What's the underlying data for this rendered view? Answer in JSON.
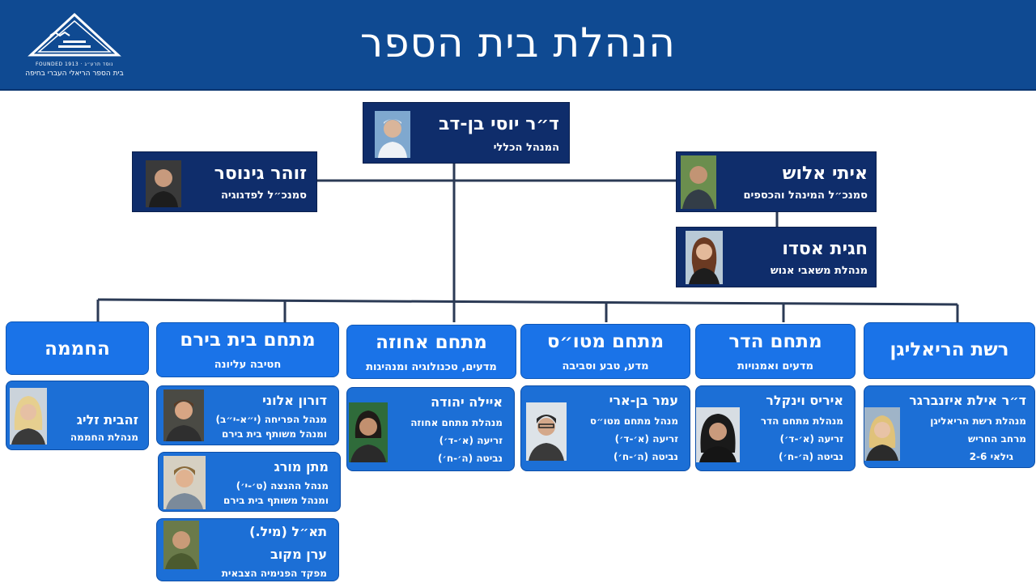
{
  "header": {
    "title": "הנהלת בית הספר",
    "logo_line1": "FOUNDED 1913 · נוסד תרע״ג",
    "logo_line2": "בית הספר הריאלי העברי בחיפה"
  },
  "colors": {
    "header_bg": "#0f4a92",
    "person_box_bg": "#0f2d6b",
    "campus_bg": "#1a73e8",
    "card_bg": "#1c6fd6",
    "line": "#2b3a55"
  },
  "top": {
    "director": {
      "name": "ד״ר יוסי בן-דב",
      "role": "המנהל הכללי"
    },
    "deputy_pedagogy": {
      "name": "זוהר גינוסר",
      "role": "סמנכ״ל לפדגוגיה"
    },
    "deputy_admin": {
      "name": "איתי אלוש",
      "role": "סמנכ״ל המינהל והכספים"
    },
    "hr": {
      "name": "חגית אסדו",
      "role": "מנהלת משאבי אנוש"
    }
  },
  "campuses": [
    {
      "name": "רשת הריאליגן",
      "sub": "",
      "people": [
        {
          "name": "ד״ר אילת איזנברגר",
          "lines": [
            "מנהלת רשת הריאליגן",
            "מרחב החריש",
            "גילאי 2-6"
          ]
        }
      ]
    },
    {
      "name": "מתחם הדר",
      "sub": "מדעים ואמנויות",
      "people": [
        {
          "name": "איריס וינקלר",
          "lines": [
            "מנהלת מתחם הדר",
            "זריעה (א׳-ד׳)",
            "נביטה (ה׳-ח׳)"
          ]
        }
      ]
    },
    {
      "name": "מתחם מטו״ס",
      "sub": "מדע, טבע וסביבה",
      "people": [
        {
          "name": "עמר בן-ארי",
          "lines": [
            "מנהל מתחם מטו״ס",
            "זריעה (א׳-ד׳)",
            "נביטה (ה׳-ח׳)"
          ]
        }
      ]
    },
    {
      "name": "מתחם אחוזה",
      "sub": "מדעים, טכנולוגיה ומנהיגות",
      "people": [
        {
          "name": "איילה יהודה",
          "lines": [
            "מנהלת מתחם אחוזה",
            "זריעה (א׳-ד׳)",
            "נביטה (ה׳-ח׳)"
          ]
        }
      ]
    },
    {
      "name": "מתחם בית בירם",
      "sub": "חטיבה עליונה",
      "people": [
        {
          "name": "דורון אלוני",
          "lines": [
            "מנהל הפריחה (י״א-י״ב)",
            "ומנהל משותף בית בירם"
          ]
        },
        {
          "name": "מתן מורג",
          "lines": [
            "מנהל ההנצה (ט׳-י׳)",
            "ומנהל משותף בית בירם"
          ]
        },
        {
          "name": "תא״ל (מיל.)",
          "name2": "ערן מקוב",
          "lines": [
            "מפקד הפנימיה הצבאית"
          ]
        }
      ]
    },
    {
      "name": "החממה",
      "sub": "",
      "people": [
        {
          "name": "זהבית זליג",
          "lines": [
            "מנהלת החממה"
          ]
        }
      ]
    }
  ]
}
